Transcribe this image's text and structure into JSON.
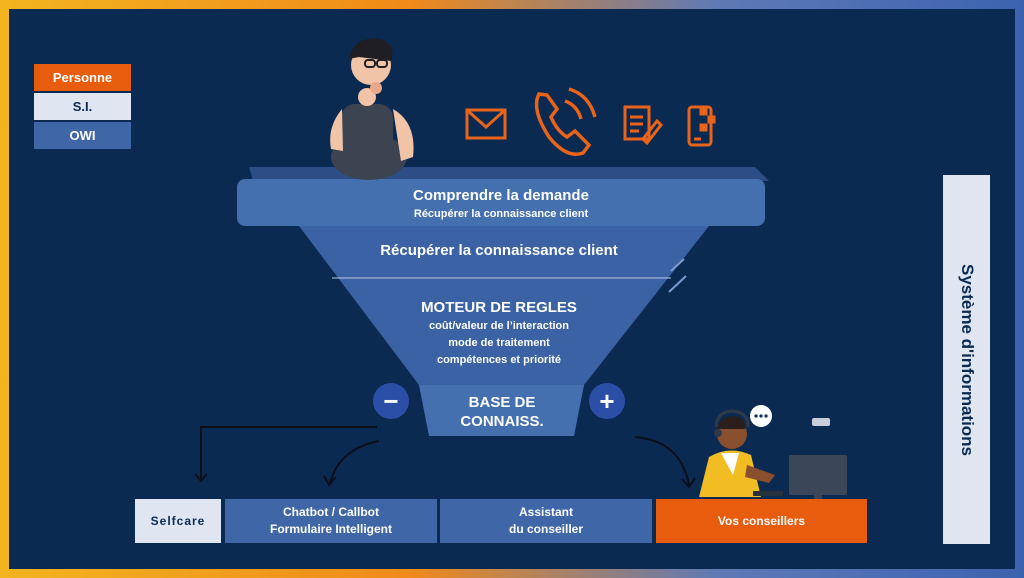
{
  "legend": {
    "personne": "Personne",
    "si": "S.I.",
    "owi": "OWI"
  },
  "funnel": {
    "level1_title": "Comprendre la demande",
    "level1_sub": "Récupérer la connaissance client",
    "level2_title": "Récupérer la connaissance client",
    "level3_title": "MOTEUR DE REGLES",
    "level3_lines": [
      "coût/valeur de l’interaction",
      "mode de traitement",
      "compétences et priorité"
    ],
    "level4_line1": "BASE DE",
    "level4_line2": "CONNAISS."
  },
  "controls": {
    "minus": "−",
    "plus": "+"
  },
  "channels": [
    "mail-icon",
    "phone-icon",
    "form-icon",
    "mobile-icon"
  ],
  "outcomes": {
    "selfcare": "Selfcare",
    "chatbot_line1": "Chatbot / Callbot",
    "chatbot_line2": "Formulaire Intelligent",
    "assistant_line1": "Assistant",
    "assistant_line2": "du conseiller",
    "conseillers": "Vos conseillers"
  },
  "side_label": "Système d'informations",
  "colors": {
    "background": "#0b2a52",
    "orange": "#e85c0d",
    "blue": "#3f67a8",
    "light": "#dfe6f2",
    "icon_orange": "#e8641a"
  }
}
